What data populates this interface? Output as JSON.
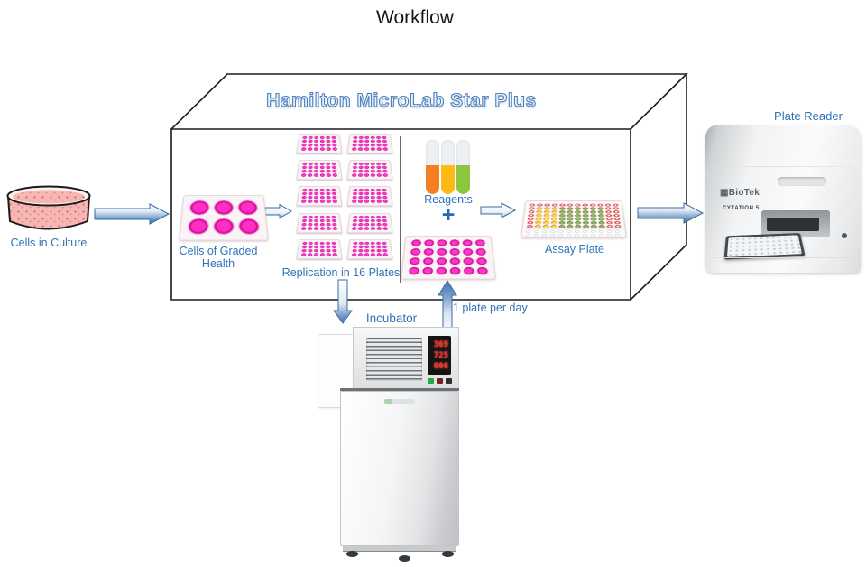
{
  "title": "Workflow",
  "machine": {
    "title": "Hamilton MicroLab Star Plus"
  },
  "labels": {
    "cells_in_culture": "Cells in Culture",
    "cells_of_graded_health": "Cells of Graded Health",
    "replication": "Replication in 16 Plates",
    "reagents": "Reagents",
    "plus": "+",
    "assay_plate": "Assay Plate",
    "plate_reader": "Plate Reader",
    "incubator": "Incubator",
    "flow_note": "1 plate per day"
  },
  "reader": {
    "brand_mark": "▦",
    "brand": "BioTek",
    "model": "CYTATION 5"
  },
  "incubator": {
    "display": [
      "369",
      "725",
      "006"
    ],
    "display_color": "#ff2d1f"
  },
  "plates": {
    "six_well": {
      "wells": "3x2",
      "well_color": "#e81cb0"
    },
    "replication_mini": {
      "visible_count": 10,
      "wells": "6x4",
      "well_color": "#e81cb0"
    },
    "twentyfour_well": {
      "wells": "6x4",
      "well_color": "#e81cb0"
    },
    "assay": {
      "wells": "12x8",
      "band_colors": [
        "#dd5050",
        "#e8c52e",
        "#6d9e4a",
        "#dd5050"
      ]
    }
  },
  "reagent_tube_colors": [
    "#F57E20",
    "#FFB914",
    "#8CC63E"
  ],
  "colors": {
    "label_blue": "#2E74B6",
    "arrow_blue": "#4F81BD",
    "box_line": "#1c1c1c",
    "petri_fill": "#f6b6b4"
  }
}
